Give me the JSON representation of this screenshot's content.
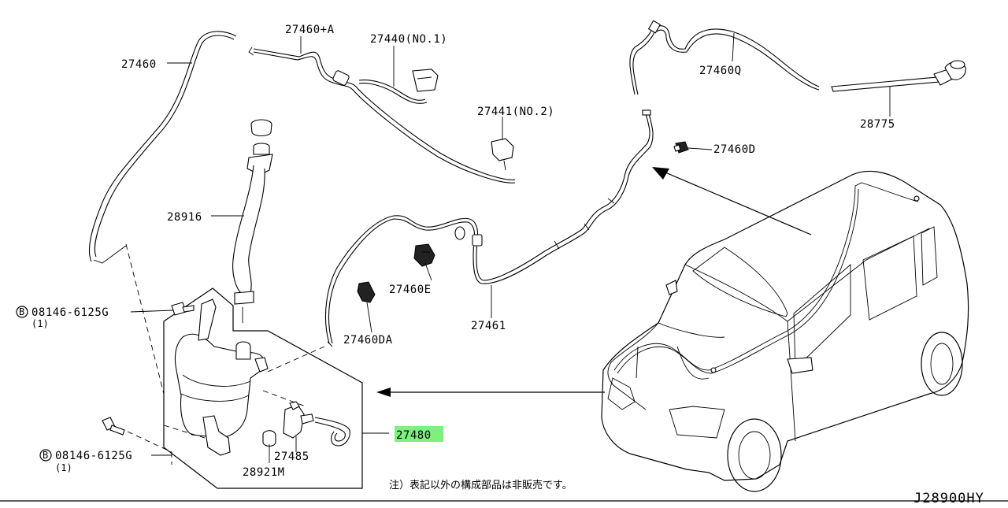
{
  "diagram": {
    "labels": {
      "p27460": "27460",
      "p27460A": "27460+A",
      "p27440": "27440(NO.1)",
      "p27441": "27441(NO.2)",
      "p27460Q": "27460Q",
      "p28775": "28775",
      "p27460D": "27460D",
      "p28916": "28916",
      "p27460E": "27460E",
      "p27460DA": "27460DA",
      "p27461": "27461",
      "p27480": "27480",
      "p27485": "27485",
      "p28921M": "28921M",
      "bolt1": "08146-6125G",
      "bolt1_qty": "(1)",
      "bolt2": "08146-6125G",
      "bolt2_qty": "(1)",
      "bolt_marker": "B"
    },
    "highlight_color": "#7df07d",
    "note": "注）表記以外の構成部品は非販売です。",
    "diagram_code": "J28900HY"
  }
}
